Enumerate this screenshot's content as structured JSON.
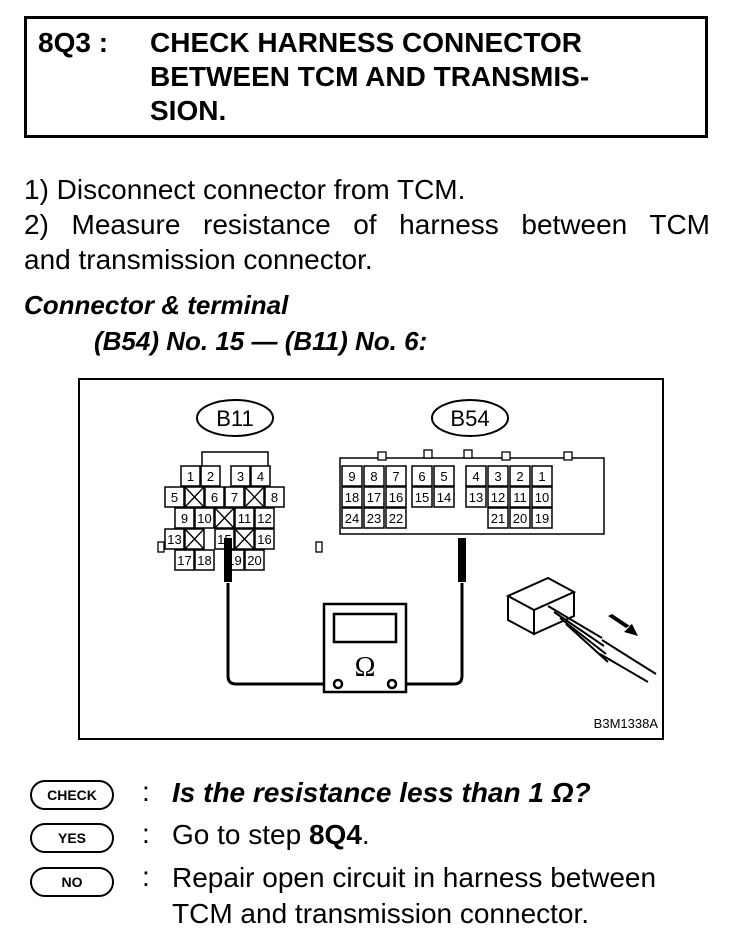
{
  "step": {
    "code": "8Q3 :",
    "title": "CHECK HARNESS CONNECTOR\nBETWEEN TCM AND TRANSMIS-\nSION."
  },
  "instructions": [
    "1)  Disconnect connector from TCM.",
    "2)  Measure resistance of harness between TCM",
    "and transmission connector."
  ],
  "connector_terminal": {
    "heading": "Connector & terminal",
    "spec": "(B54) No. 15 — (B11) No. 6:"
  },
  "diagram": {
    "left_connector": {
      "label": "B11",
      "rows": [
        [
          "1",
          "2",
          "",
          "3",
          "4"
        ],
        [
          "5",
          "X",
          "6",
          "7",
          "X",
          "8"
        ],
        [
          "9",
          "10",
          "X",
          "11",
          "12"
        ],
        [
          "13",
          "X",
          "",
          "15",
          "X",
          "16"
        ],
        [
          "17",
          "18",
          "",
          "19",
          "20"
        ]
      ]
    },
    "right_connector": {
      "label": "B54",
      "row1": [
        "9",
        "8",
        "7",
        "6",
        "5",
        "4",
        "3",
        "2",
        "1"
      ],
      "row2": [
        "18",
        "17",
        "16",
        "15",
        "14",
        "13",
        "12",
        "11",
        "10"
      ],
      "row3": [
        "24",
        "23",
        "22",
        "",
        "",
        "",
        "21",
        "20",
        "19"
      ]
    },
    "meter_symbol": "Ω",
    "figure_code": "B3M1338A"
  },
  "results": {
    "check": {
      "symbol": "CHECK",
      "text": "Is the resistance less than 1 Ω?"
    },
    "yes": {
      "symbol": "YES",
      "text_prefix": "Go to step ",
      "text_step": "8Q4",
      "text_suffix": "."
    },
    "no": {
      "symbol": "NO",
      "text": "Repair open circuit in harness between TCM and transmission connector."
    }
  }
}
